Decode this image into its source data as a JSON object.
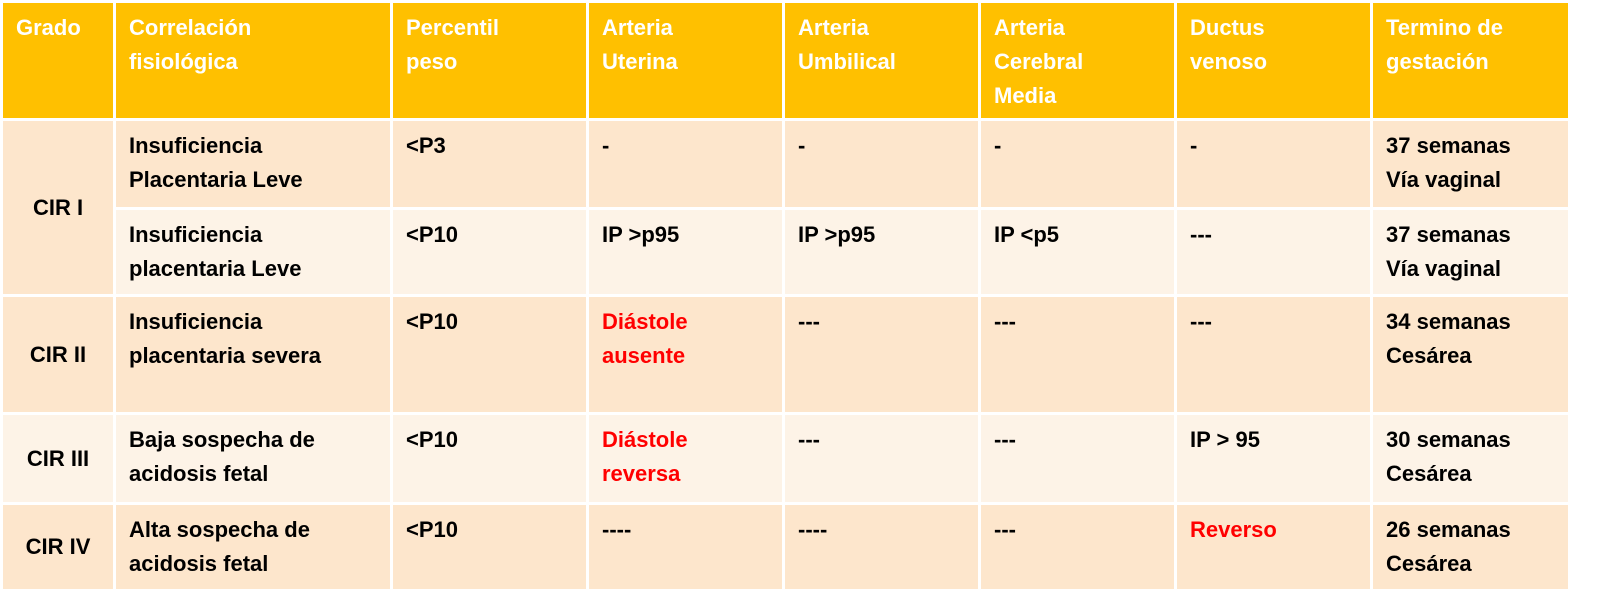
{
  "colors": {
    "header_bg": "#ffc000",
    "row_dark": "#fde6cc",
    "row_light": "#fdf3e7",
    "alert": "#ff0000"
  },
  "headers": {
    "grado": "Grado",
    "correlacion": [
      "Correlación",
      "fisiológica"
    ],
    "percentil": [
      "Percentil",
      "peso"
    ],
    "uterina": [
      "Arteria",
      "Uterina"
    ],
    "umbilical": [
      "Arteria",
      "Umbilical"
    ],
    "cerebral": [
      "Arteria",
      "Cerebral",
      "Media"
    ],
    "ductus": [
      "Ductus",
      "venoso"
    ],
    "termino": [
      "Termino de",
      "gestación"
    ]
  },
  "rows": [
    {
      "grade": "CIR I",
      "correlacion": [
        "Insuficiencia",
        "Placentaria Leve"
      ],
      "percentil": "<P3",
      "uterina": "-",
      "umbilical": "-",
      "cerebral": "-",
      "ductus": "-",
      "termino": [
        "37 semanas",
        "Vía vaginal"
      ]
    },
    {
      "correlacion": [
        "Insuficiencia",
        "placentaria Leve"
      ],
      "percentil": "<P10",
      "uterina": "IP >p95",
      "umbilical": "IP >p95",
      "cerebral": "IP <p5",
      "ductus": "---",
      "termino": [
        "37 semanas",
        "Vía vaginal"
      ]
    },
    {
      "grade": "CIR II",
      "correlacion": [
        "Insuficiencia",
        "placentaria severa"
      ],
      "percentil": "<P10",
      "uterina": [
        "Diástole",
        "ausente"
      ],
      "umbilical": "---",
      "cerebral": "---",
      "ductus": "---",
      "termino": [
        "34 semanas",
        "Cesárea"
      ]
    },
    {
      "grade": "CIR III",
      "correlacion": [
        "Baja sospecha de",
        "acidosis fetal"
      ],
      "percentil": "<P10",
      "uterina": [
        "Diástole",
        "reversa"
      ],
      "umbilical": "---",
      "cerebral": "---",
      "ductus": "IP > 95",
      "termino": [
        "30 semanas",
        "Cesárea"
      ]
    },
    {
      "grade": "CIR IV",
      "correlacion": [
        "Alta sospecha de",
        "acidosis fetal"
      ],
      "percentil": "<P10",
      "uterina": "----",
      "umbilical": "----",
      "cerebral": "---",
      "ductus": "Reverso",
      "termino": [
        "26 semanas",
        "Cesárea"
      ]
    }
  ]
}
